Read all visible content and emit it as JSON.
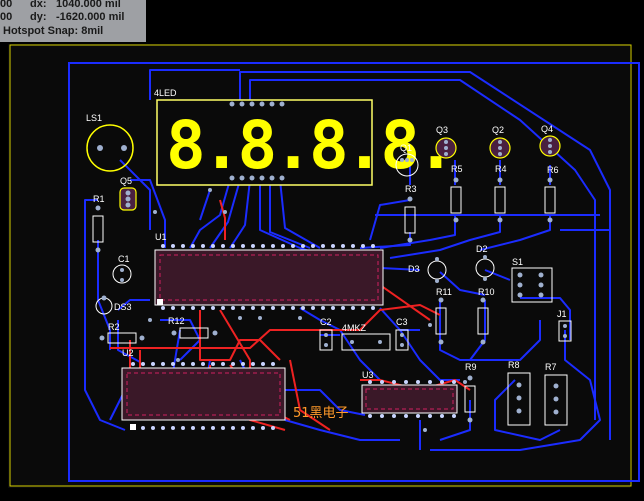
{
  "coords": {
    "x_tail": "00",
    "dx_label": "dx:",
    "dx_value": "1040.000 mil",
    "y_tail": "00",
    "dy_label": "dy:",
    "dy_value": "-1620.000 mil",
    "hotspot": "Hotspot Snap: 8mil"
  },
  "display_digits": "8.8.8.8.",
  "labels": {
    "led": "4LED",
    "ls1": "LS1",
    "q5": "Q5",
    "r1": "R1",
    "u1": "U1",
    "c1": "C1",
    "ds3": "DS3",
    "r2": "R2",
    "r12": "R12",
    "u2": "U2",
    "q1": "Q1",
    "q3": "Q3",
    "q2": "Q2",
    "q4": "Q4",
    "r3": "R3",
    "r5": "R5",
    "r4": "R4",
    "r6": "R6",
    "d3": "D3",
    "d2": "D2",
    "s1": "S1",
    "r11": "R11",
    "r10": "R10",
    "c2": "C2",
    "x1": "4MKZ",
    "c3": "C3",
    "j1": "J1",
    "u3": "U3",
    "r9": "R9",
    "r8": "R8",
    "r7": "R7",
    "brand": "51黑电子"
  },
  "colors": {
    "board": "#0a0a0a",
    "outline": "#d7d000",
    "trace_bottom": "#1b2cff",
    "trace_top": "#ee2222",
    "silk": "#ffff00",
    "pad": "#9fb0cf"
  }
}
